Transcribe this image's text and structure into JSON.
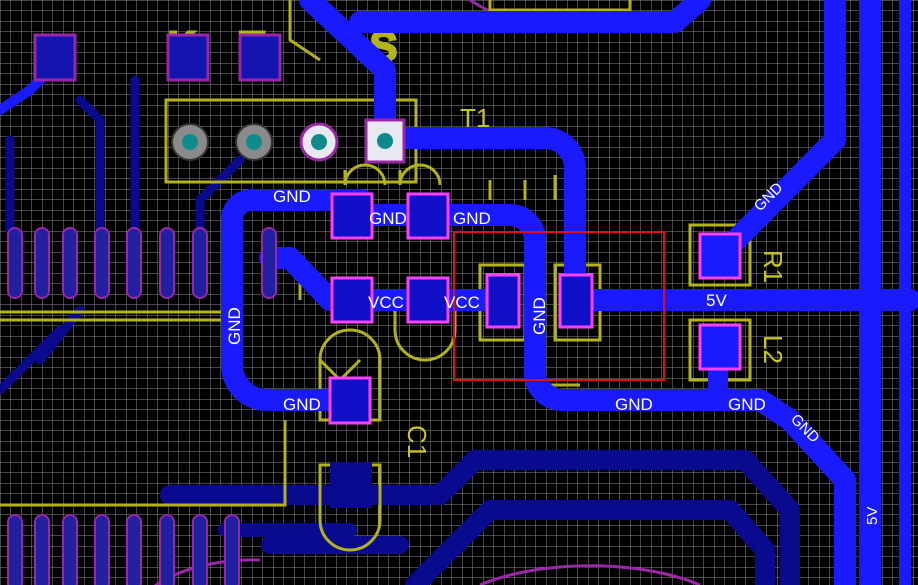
{
  "view": {
    "background_color": "#000000",
    "grid_color": "#8a8a8a",
    "top_copper_color": "#1a1aff",
    "bottom_copper_color": "#0a0a8f",
    "silkscreen_color": "#b3b21a",
    "pad_outline_color": "#ff40ff",
    "selection_color": "#e01010"
  },
  "board": {
    "designators": {
      "t1": "T1",
      "c1": "C1",
      "r1": "R1",
      "l2": "L2"
    },
    "connector_silk_labels": {
      "k": "K",
      "t": "T",
      "s": "S"
    },
    "net_labels": {
      "gnd_header": "GND",
      "gnd_cap_left": "GND",
      "gnd_reg_top": "GND",
      "gnd_left_vertical": "GND",
      "vcc_cap_left": "VCC",
      "vcc_cap_right": "VCC",
      "gnd_regulator_vertical": "GND",
      "gnd_c1": "GND",
      "gnd_bottom_mid": "GND",
      "gnd_bottom_right": "GND",
      "gnd_diag_bottom": "GND",
      "gnd_diag_top": "GND",
      "v5_pad": "5V",
      "v5_rail": "5V"
    }
  }
}
